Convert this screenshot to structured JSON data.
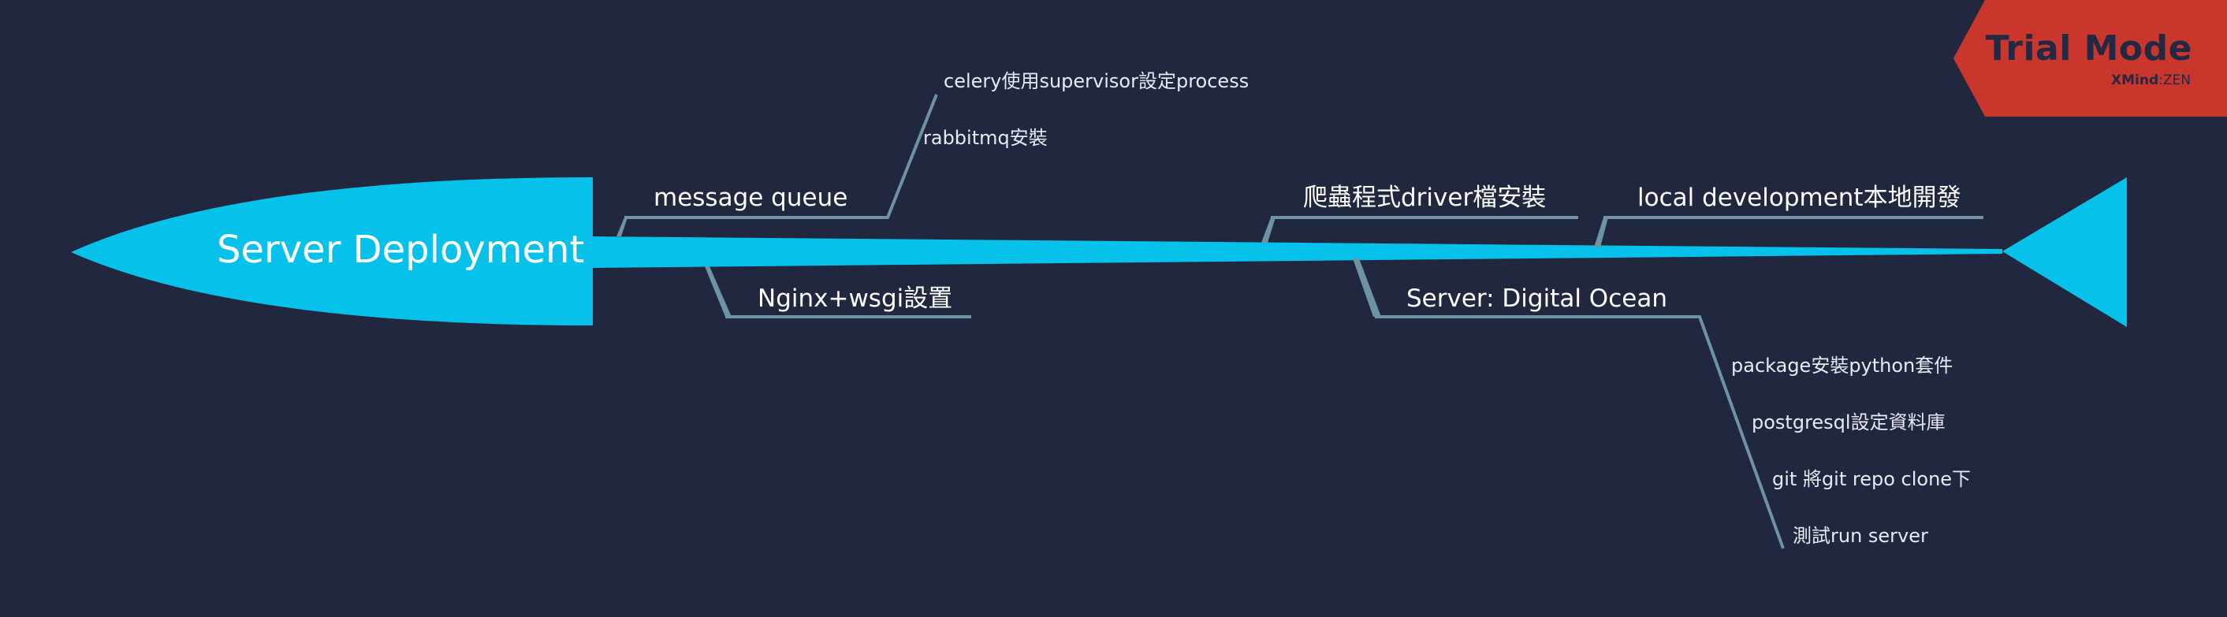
{
  "diagram": {
    "main_topic": "Server Deployment",
    "branches": {
      "message_queue": {
        "label": "message queue",
        "children": [
          "celery使用supervisor設定process",
          "rabbitmq安裝"
        ]
      },
      "nginx": {
        "label": "Nginx+wsgi設置",
        "children": []
      },
      "crawler": {
        "label": "爬蟲程式driver檔安裝",
        "children": []
      },
      "server": {
        "label": "Server: Digital Ocean",
        "children": [
          "package安裝python套件",
          "postgresql設定資料庫",
          "git 將git repo clone下",
          "測試run server"
        ]
      },
      "local_dev": {
        "label": "local development本地開發",
        "children": []
      }
    }
  },
  "badge": {
    "title": "Trial Mode",
    "brand": "XMind",
    "separator": ":",
    "edition": "ZEN"
  },
  "colors": {
    "background": "#222740",
    "main_fill": "#06c2ea",
    "branch_line": "#6d93a4",
    "badge_red": "#c9372c",
    "text": "#ffffff"
  }
}
